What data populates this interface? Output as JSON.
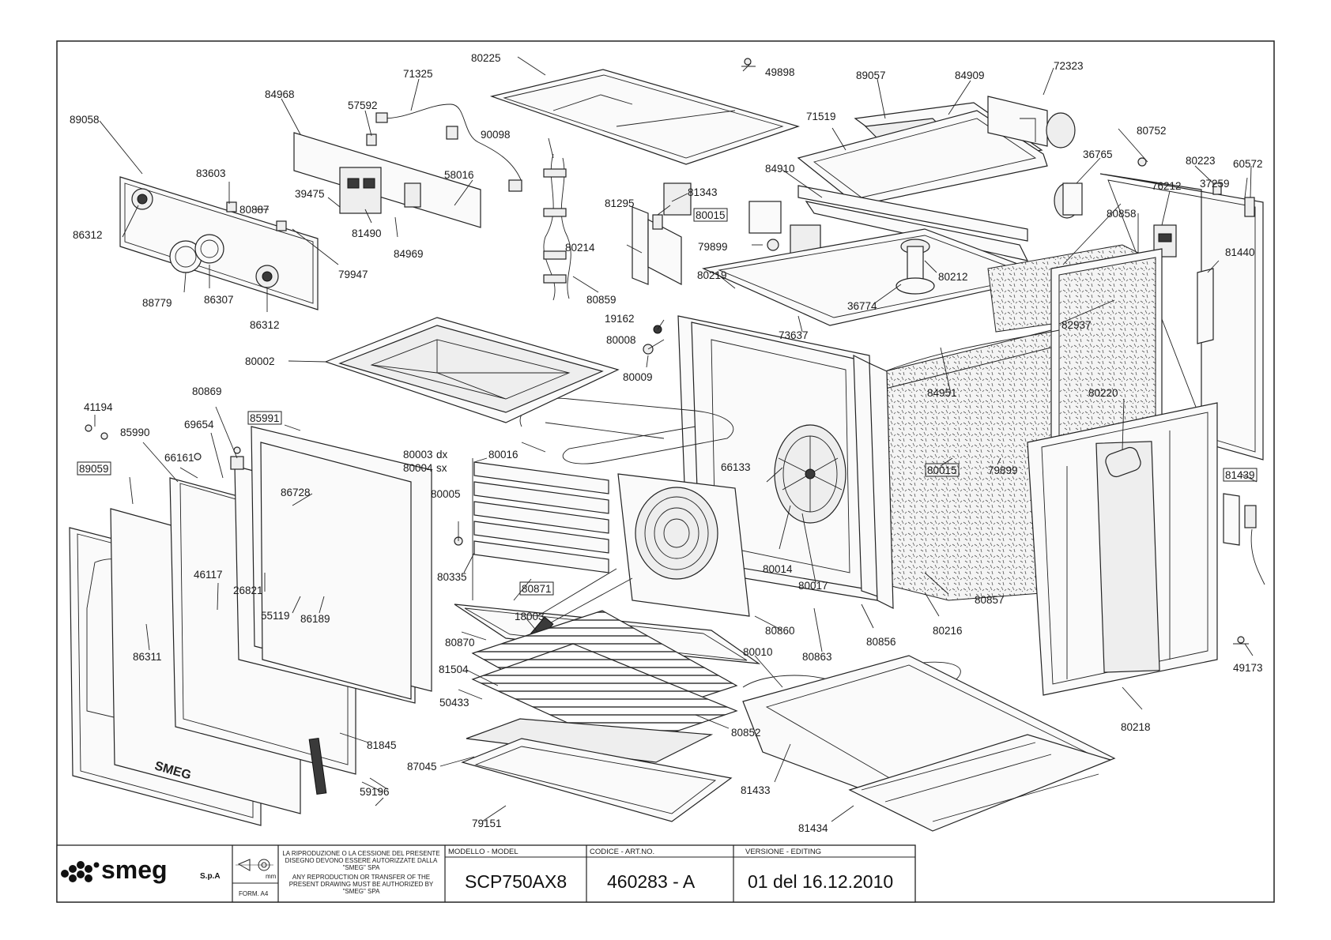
{
  "title_block": {
    "brand": "smeg",
    "brand_suffix": "S.p.A",
    "unit_symbol": "mm",
    "form": "FORM. A4",
    "notice_it": [
      "LA RIPRODUZIONE O LA CESSIONE DEL PRESENTE",
      "DISEGNO DEVONO ESSERE AUTORIZZATE DALLA",
      "\"SMEG\" SPA"
    ],
    "notice_en": [
      "ANY REPRODUCTION OR TRANSFER OF THE",
      "PRESENT DRAWING MUST BE AUTHORIZED BY",
      "\"SMEG\" SPA"
    ],
    "model_label": "MODELLO - MODEL",
    "model_value": "SCP750AX8",
    "code_label": "CODICE - ART.NO.",
    "code_value": "460283 - A",
    "version_label": "VERSIONE - EDITING",
    "version_value": "01 del 16.12.2010"
  },
  "door_badge": "SMEG",
  "part_labels": [
    {
      "id": "p80225",
      "text": "80225"
    },
    {
      "id": "p71325",
      "text": "71325"
    },
    {
      "id": "p49898",
      "text": "49898"
    },
    {
      "id": "p89057",
      "text": "89057"
    },
    {
      "id": "p84909",
      "text": "84909"
    },
    {
      "id": "p72323",
      "text": "72323"
    },
    {
      "id": "p84968",
      "text": "84968"
    },
    {
      "id": "p57592",
      "text": "57592"
    },
    {
      "id": "p89058",
      "text": "89058"
    },
    {
      "id": "p90098",
      "text": "90098"
    },
    {
      "id": "p71519",
      "text": "71519"
    },
    {
      "id": "p80752",
      "text": "80752"
    },
    {
      "id": "p36765",
      "text": "36765"
    },
    {
      "id": "p80223",
      "text": "80223"
    },
    {
      "id": "p60572",
      "text": "60572"
    },
    {
      "id": "p37259",
      "text": "37259"
    },
    {
      "id": "p76212",
      "text": "76212"
    },
    {
      "id": "p83603",
      "text": "83603"
    },
    {
      "id": "p58016",
      "text": "58016"
    },
    {
      "id": "p84910",
      "text": "84910"
    },
    {
      "id": "p81343",
      "text": "81343"
    },
    {
      "id": "p39475",
      "text": "39475"
    },
    {
      "id": "p80887",
      "text": "80887"
    },
    {
      "id": "p81295",
      "text": "81295"
    },
    {
      "id": "p80015a",
      "text": "80015",
      "boxed": true
    },
    {
      "id": "p86312a",
      "text": "86312"
    },
    {
      "id": "p81490",
      "text": "81490"
    },
    {
      "id": "p84969",
      "text": "84969"
    },
    {
      "id": "p79899a",
      "text": "79899"
    },
    {
      "id": "p80858",
      "text": "80858"
    },
    {
      "id": "p80214",
      "text": "80214"
    },
    {
      "id": "p79947",
      "text": "79947"
    },
    {
      "id": "p80219",
      "text": "80219"
    },
    {
      "id": "p80212",
      "text": "80212"
    },
    {
      "id": "p81440",
      "text": "81440"
    },
    {
      "id": "p88779",
      "text": "88779"
    },
    {
      "id": "p86307",
      "text": "86307"
    },
    {
      "id": "p80859",
      "text": "80859"
    },
    {
      "id": "p36774",
      "text": "36774"
    },
    {
      "id": "p19162",
      "text": "19162"
    },
    {
      "id": "p86312b",
      "text": "86312"
    },
    {
      "id": "p82937",
      "text": "82937"
    },
    {
      "id": "p73637",
      "text": "73637"
    },
    {
      "id": "p80008",
      "text": "80008"
    },
    {
      "id": "p80002",
      "text": "80002"
    },
    {
      "id": "p80009",
      "text": "80009"
    },
    {
      "id": "p84951",
      "text": "84951"
    },
    {
      "id": "p80220",
      "text": "80220"
    },
    {
      "id": "p80869",
      "text": "80869"
    },
    {
      "id": "p41194",
      "text": "41194"
    },
    {
      "id": "p85991",
      "text": "85991",
      "boxed": true
    },
    {
      "id": "p69654",
      "text": "69654"
    },
    {
      "id": "p85990",
      "text": "85990"
    },
    {
      "id": "p80016",
      "text": "80016"
    },
    {
      "id": "p80003",
      "text": "80003"
    },
    {
      "id": "p80003s",
      "text": "dx"
    },
    {
      "id": "p80004",
      "text": "80004"
    },
    {
      "id": "p80004s",
      "text": "sx"
    },
    {
      "id": "p66161",
      "text": "66161"
    },
    {
      "id": "p66133",
      "text": "66133"
    },
    {
      "id": "p80015b",
      "text": "80015",
      "boxed": true
    },
    {
      "id": "p79899b",
      "text": "79899"
    },
    {
      "id": "p89059",
      "text": "89059",
      "boxed": true
    },
    {
      "id": "p81439",
      "text": "81439",
      "boxed": true
    },
    {
      "id": "p86728",
      "text": "86728"
    },
    {
      "id": "p80005",
      "text": "80005"
    },
    {
      "id": "p80014",
      "text": "80014"
    },
    {
      "id": "p80017",
      "text": "80017"
    },
    {
      "id": "p80335",
      "text": "80335"
    },
    {
      "id": "p46117",
      "text": "46117"
    },
    {
      "id": "p80871",
      "text": "80871",
      "boxed": true
    },
    {
      "id": "p26821",
      "text": "26821"
    },
    {
      "id": "p80857",
      "text": "80857"
    },
    {
      "id": "p18003",
      "text": "18003"
    },
    {
      "id": "p55119",
      "text": "55119"
    },
    {
      "id": "p86189",
      "text": "86189"
    },
    {
      "id": "p80216",
      "text": "80216"
    },
    {
      "id": "p80860",
      "text": "80860"
    },
    {
      "id": "p80856",
      "text": "80856"
    },
    {
      "id": "p80870",
      "text": "80870"
    },
    {
      "id": "p86311",
      "text": "86311"
    },
    {
      "id": "p80863",
      "text": "80863"
    },
    {
      "id": "p80010",
      "text": "80010"
    },
    {
      "id": "p49173",
      "text": "49173"
    },
    {
      "id": "p81504",
      "text": "81504"
    },
    {
      "id": "p50433",
      "text": "50433"
    },
    {
      "id": "p80218",
      "text": "80218"
    },
    {
      "id": "p80852",
      "text": "80852"
    },
    {
      "id": "p81845",
      "text": "81845"
    },
    {
      "id": "p87045",
      "text": "87045"
    },
    {
      "id": "p81433",
      "text": "81433"
    },
    {
      "id": "p59196",
      "text": "59196"
    },
    {
      "id": "p79151",
      "text": "79151"
    },
    {
      "id": "p81434",
      "text": "81434"
    }
  ]
}
